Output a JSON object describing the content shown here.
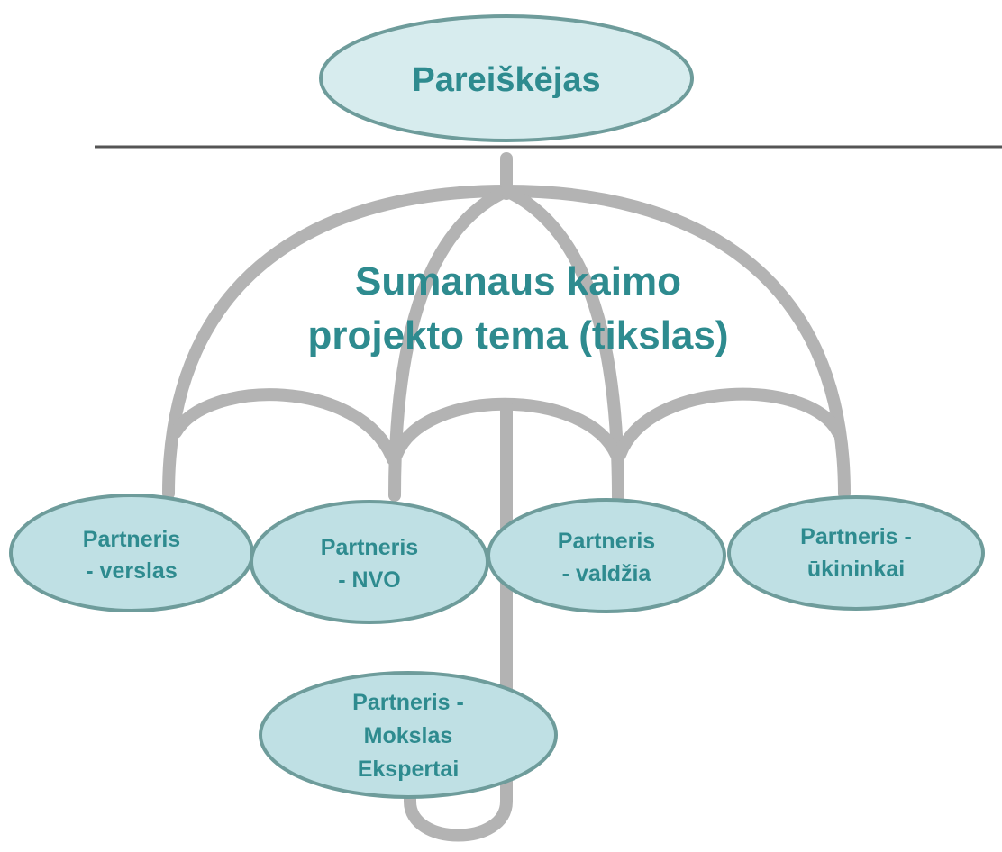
{
  "applicant": {
    "label": "Pareiškėjas"
  },
  "theme": {
    "line1": "Sumanaus kaimo",
    "line2": "projekto tema (tikslas)"
  },
  "partners": [
    {
      "line1": "Partneris",
      "line2": "- verslas"
    },
    {
      "line1": "Partneris",
      "line2": "- NVO"
    },
    {
      "line1": "Partneris",
      "line2": "- valdžia"
    },
    {
      "line1": "Partneris -",
      "line2": "ūkininkai"
    }
  ],
  "science_partner": {
    "line1": "Partneris -",
    "line2": "Mokslas",
    "line3": "Ekspertai"
  },
  "colors": {
    "text": "#2e8b8f",
    "ellipse_fill": "#bfe0e4",
    "ellipse_stroke": "#6e9c9b",
    "umbrella": "#b3b3b3",
    "divider": "#555555"
  }
}
